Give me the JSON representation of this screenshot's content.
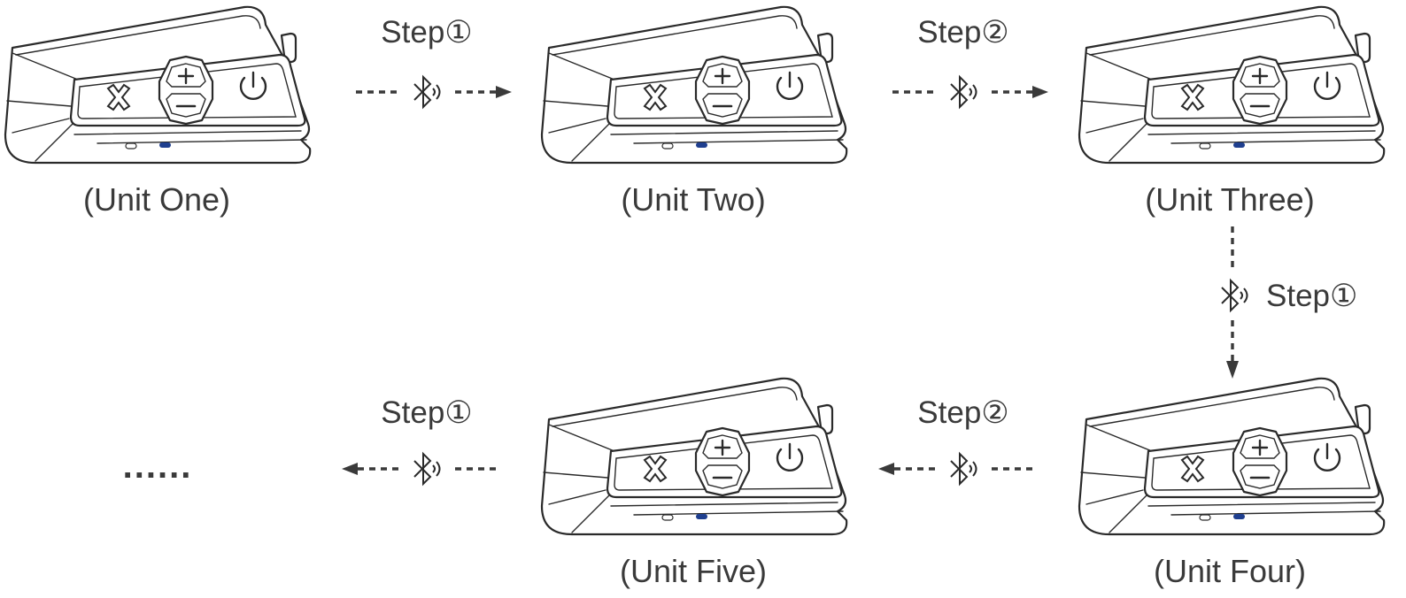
{
  "units": [
    {
      "id": "unit-one",
      "label": "(Unit One)"
    },
    {
      "id": "unit-two",
      "label": "(Unit Two)"
    },
    {
      "id": "unit-three",
      "label": "(Unit Three)"
    },
    {
      "id": "unit-four",
      "label": "(Unit Four)"
    },
    {
      "id": "unit-five",
      "label": "(Unit Five)"
    }
  ],
  "steps": [
    {
      "id": "step-one-to-two",
      "label": "Step①",
      "direction": "right"
    },
    {
      "id": "step-two-to-three",
      "label": "Step②",
      "direction": "right"
    },
    {
      "id": "step-three-to-four",
      "label": "Step①",
      "direction": "down"
    },
    {
      "id": "step-four-to-five",
      "label": "Step②",
      "direction": "left"
    },
    {
      "id": "step-five-to-next",
      "label": "Step①",
      "direction": "left"
    }
  ],
  "continuation": "......",
  "icons": {
    "device": "intercom-device-icon",
    "connection": "bluetooth-signal-icon",
    "power": "power-icon",
    "volume_up": "plus-icon",
    "volume_down": "minus-icon",
    "function": "x-icon"
  },
  "colors": {
    "line": "#3a3a3a",
    "indicator_led": "#1f3f8f"
  }
}
